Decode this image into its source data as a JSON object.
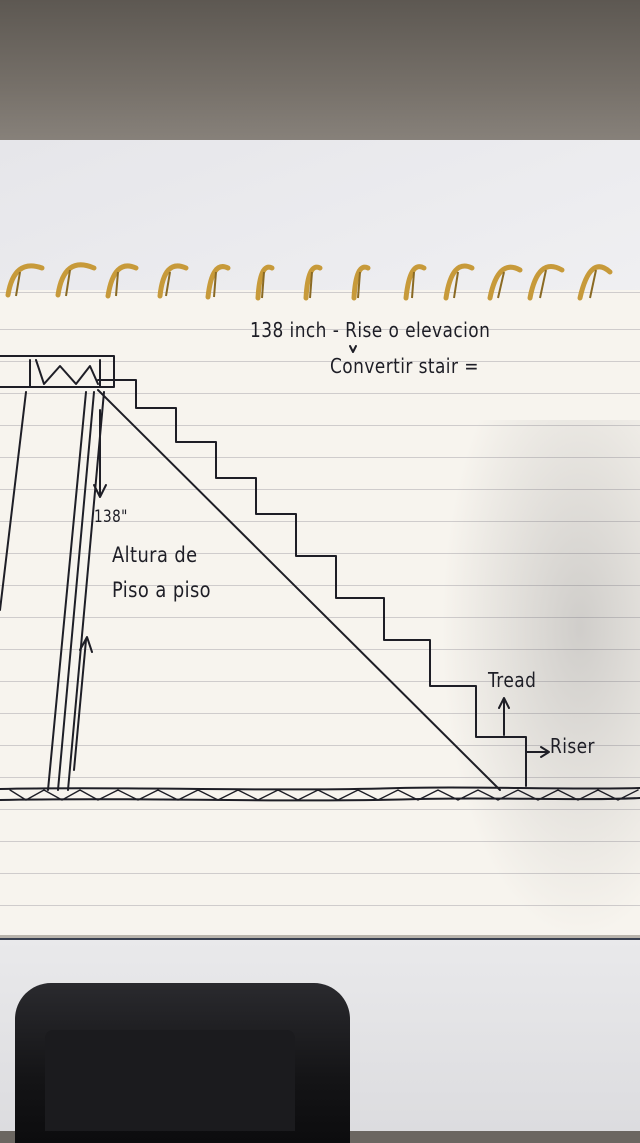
{
  "notes": {
    "rise_label": "138 inch - Rise o elevacion",
    "convert_label": "Convertir stair =",
    "height_value": "138\"",
    "altura_line1": "Altura de",
    "altura_line2": "Piso a piso",
    "tread_label": "Tread",
    "riser_label": "Riser"
  },
  "colors": {
    "paper": "#f7f4ee",
    "ink": "#1e1e26",
    "spiral": "#c79a3a",
    "table": "#ececef",
    "holder": "#151517"
  },
  "stairs": {
    "step_count": 9
  }
}
